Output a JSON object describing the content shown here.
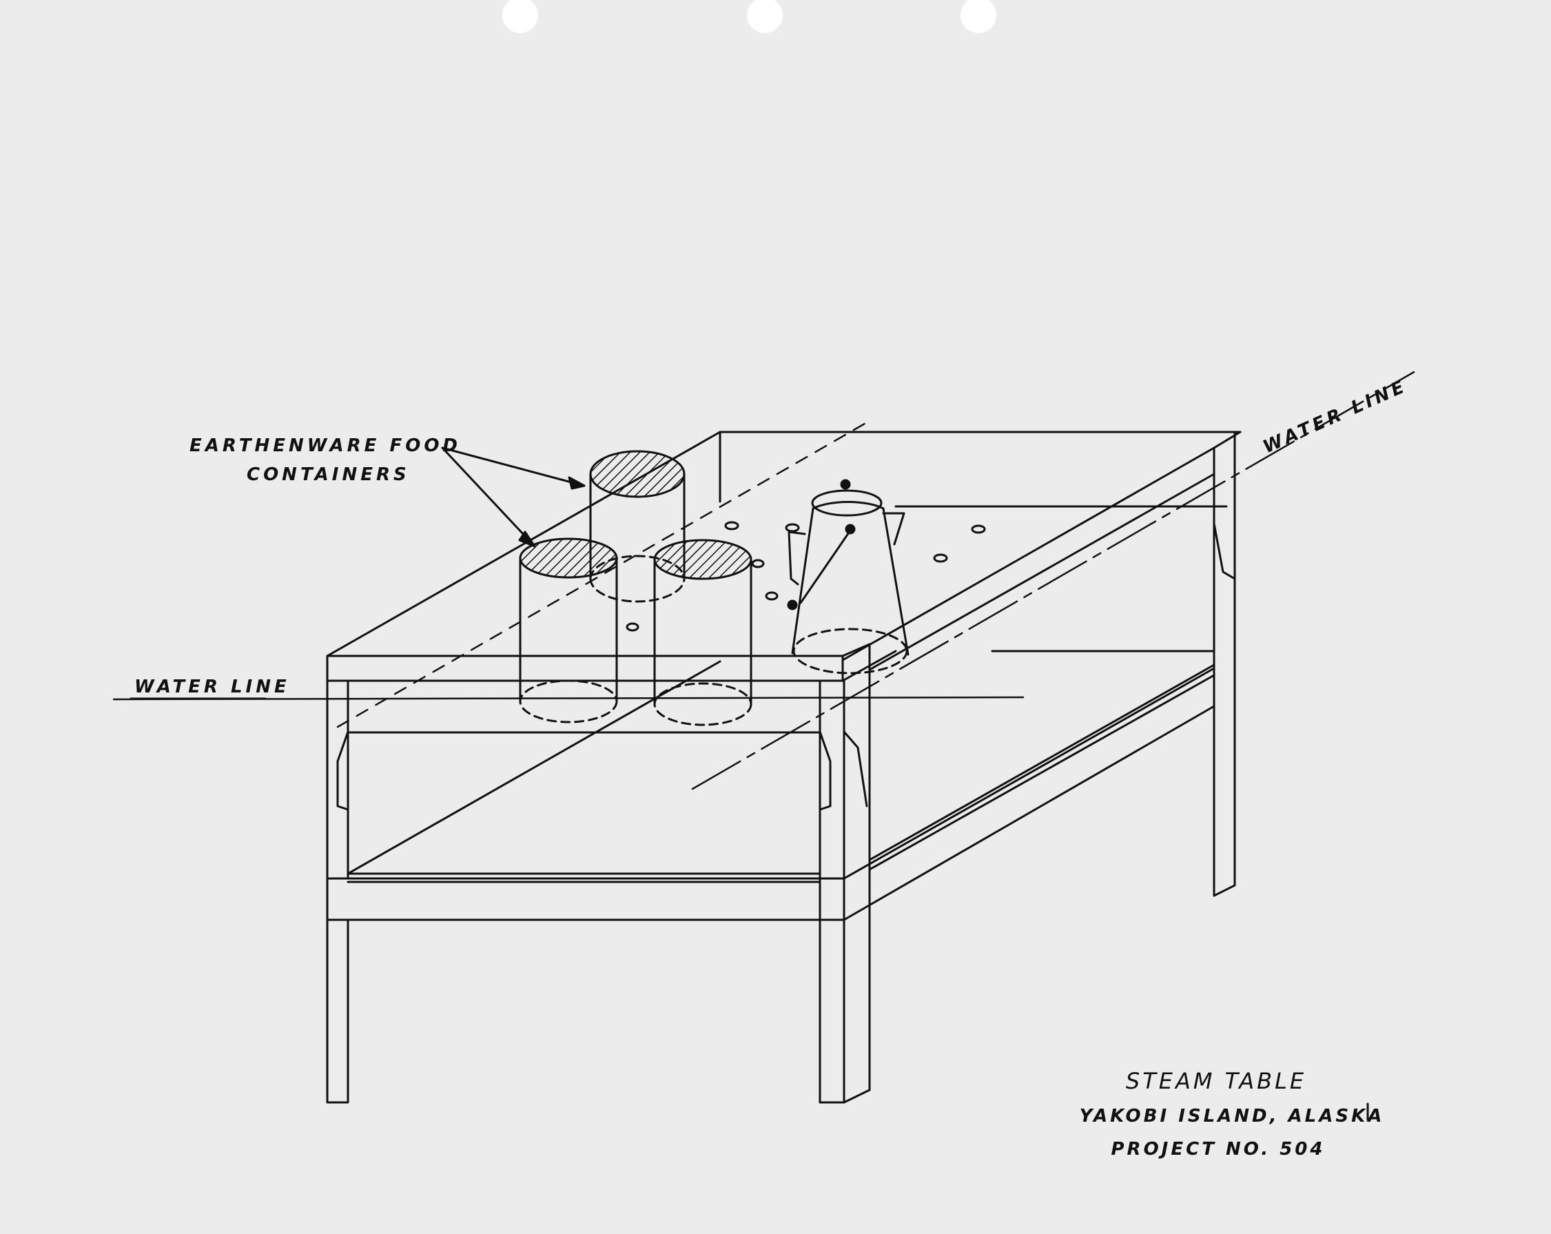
{
  "labels": {
    "containers_line1": "EARTHENWARE  FOOD",
    "containers_line2": "CONTAINERS",
    "water_line_left": "WATER LINE",
    "water_line_right": "WATER LINE"
  },
  "title_block": {
    "title": "STEAM TABLE",
    "location": "YAKOBI ISLAND, ALASKA",
    "project": "PROJECT NO. 504"
  },
  "colors": {
    "ink": "#111111",
    "paper": "#ececec",
    "hatch": "#111111"
  }
}
